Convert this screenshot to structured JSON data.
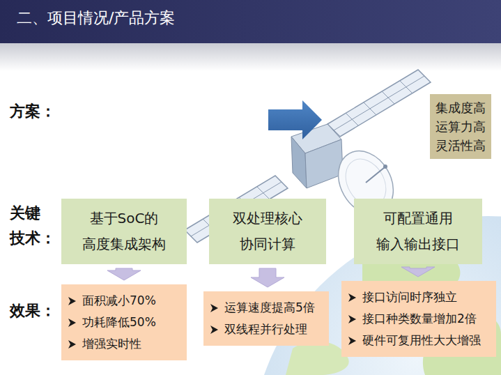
{
  "diagram": {
    "title": "二、项目情况/产品方案",
    "nodes": [
      {
        "text": [
          "集成度高 运算力高 灵活性高"
        ]
      },
      {
        "text": [
          "基于SoC的 高度集成架构"
        ]
      },
      {
        "text": [
          "双处理核心 协同计算"
        ]
      },
      {
        "text": [
          "可配置通用 输入输出接口"
        ]
      },
      {
        "text": [
          "面积减小70%",
          "功耗降低50%",
          "增强实时性"
        ]
      },
      {
        "text": [
          "运算速度提高5倍",
          "双线程并行处理"
        ]
      },
      {
        "text": [
          "接口访问时序独立",
          "接口种类数量增加2倍",
          "硬件可复用性大大增强"
        ]
      }
    ],
    "edges": [
      {
        "from": 1,
        "to": 4,
        "arrow": "to"
      },
      {
        "from": 2,
        "to": 5,
        "arrow": "to"
      },
      {
        "from": 3,
        "to": 6,
        "arrow": "to"
      }
    ],
    "labels": [
      "方案：",
      "关键 技术：",
      "效果："
    ]
  }
}
